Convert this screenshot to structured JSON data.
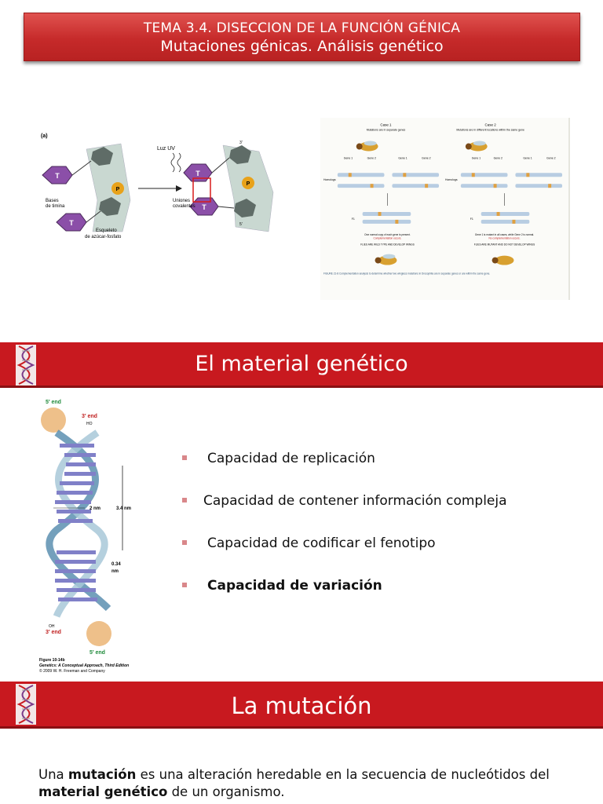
{
  "header": {
    "line1": "TEMA 3.4. DISECCION DE LA FUNCIÓN GÉNICA",
    "line2": "Mutaciones génicas. Análisis genético"
  },
  "fig_left": {
    "label_a": "(a)",
    "base": "T",
    "phosphate": "P",
    "luz_uv": "Luz UV",
    "bases_label_1": "Bases",
    "bases_label_2": "de timina",
    "uniones_1": "Uniones",
    "uniones_2": "covalentes",
    "esqueleto_1": "Esqueleto",
    "esqueleto_2": "de azúcar-fosfato",
    "prime3": "3'",
    "prime5": "5'"
  },
  "fig_right": {
    "case1_title": "Case 1",
    "case1_sub": "Mutations are in separate genes",
    "case2_title": "Case 2",
    "case2_sub": "Mutations are in different locations within the same gene",
    "gene1": "Gene 1",
    "gene2": "Gene 2",
    "homologs": "Homologs",
    "f1": "F1",
    "case1_result": "One normal copy of each gene is present.",
    "case1_result2": "Complementation occurs.",
    "case1_flies": "FLIES ARE WILD TYPE AND DEVELOP WINGS",
    "case2_result": "Gene 1 is mutant in all cases, while Gene 2 is normal.",
    "case2_result2": "No complementation occurs.",
    "case2_flies": "FLIES ARE MUTANT AND DO NOT DEVELOP WINGS",
    "caption": "FIGURE 21-8 Complementation analysis to determine whether two wingless mutations in Drosophila are in separate genes or are within the same gene."
  },
  "section1": {
    "title": "El material genético"
  },
  "helix": {
    "five_end": "5′ end",
    "three_end": "3′ end",
    "ho": "HO",
    "oh": "OH",
    "dim_34": "3.4 nm",
    "dim_2": "2 nm",
    "dim_034": "0.34",
    "nm": "nm",
    "fig_num": "Figure 10-14b",
    "fig_book": "Genetics: A Conceptual Approach, Third Edition",
    "fig_copy": "© 2009 W. H. Freeman and Company"
  },
  "bullets": [
    "Capacidad de replicación",
    "Capacidad de contener información compleja",
    "Capacidad de codificar el fenotipo",
    "Capacidad de variación"
  ],
  "section2": {
    "title": "La mutación"
  },
  "definition": {
    "p1": "Una ",
    "b1": "mutación",
    "p2": " es una alteración heredable en la secuencia de nucleótidos del ",
    "b2": "material genético",
    "p3": " de un organismo."
  },
  "colors": {
    "banner": "#c62a2a",
    "section": "#c8191f",
    "bullet": "#d9878a",
    "thymine": "#8b4fa8",
    "phosphate": "#e8a21a"
  }
}
